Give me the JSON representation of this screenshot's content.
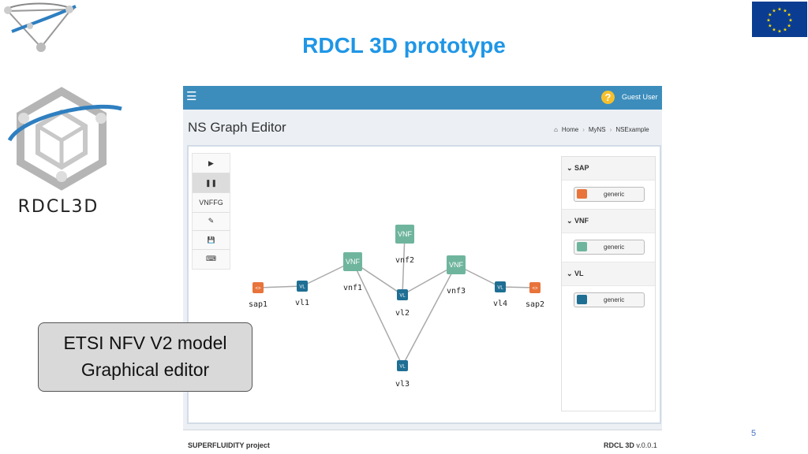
{
  "slide": {
    "title": "RDCL 3D prototype",
    "logo_text": "RDCL3D",
    "page_number": "5",
    "callout_line1": "ETSI NFV V2 model",
    "callout_line2": "Graphical editor"
  },
  "app": {
    "menu_icon": "hamburger-icon",
    "help_icon": "?",
    "user_label": "Guest User",
    "header_title": "NS Graph Editor",
    "breadcrumb": [
      "Home",
      "MyNS",
      "NSExample"
    ],
    "toolbar": {
      "play_icon": "▶",
      "pause_icon": "❚❚",
      "vnffg_label": "VNFFG",
      "edit_icon": "✎",
      "save_icon": "💾",
      "keyboard_icon": "⌨"
    },
    "palette": [
      {
        "section": "SAP",
        "item": "generic",
        "color": "#e8743b"
      },
      {
        "section": "VNF",
        "item": "generic",
        "color": "#6fb59e"
      },
      {
        "section": "VL",
        "item": "generic",
        "color": "#1f6f94"
      }
    ],
    "graph": {
      "nodes": [
        {
          "id": "sap1",
          "type": "sap",
          "label": "sap1",
          "icon_text": "<>"
        },
        {
          "id": "vl1",
          "type": "vl",
          "label": "vl1",
          "icon_text": "VL"
        },
        {
          "id": "vnf1",
          "type": "vnf",
          "label": "vnf1",
          "icon_text": "VNF"
        },
        {
          "id": "vnf2",
          "type": "vnf",
          "label": "vnf2",
          "icon_text": "VNF"
        },
        {
          "id": "vl2",
          "type": "vl",
          "label": "vl2",
          "icon_text": "VL"
        },
        {
          "id": "vnf3",
          "type": "vnf",
          "label": "vnf3",
          "icon_text": "VNF"
        },
        {
          "id": "vl3",
          "type": "vl",
          "label": "vl3",
          "icon_text": "VL"
        },
        {
          "id": "vl4",
          "type": "vl",
          "label": "vl4",
          "icon_text": "VL"
        },
        {
          "id": "sap2",
          "type": "sap",
          "label": "sap2",
          "icon_text": "<>"
        }
      ],
      "edges": [
        [
          "sap1",
          "vl1"
        ],
        [
          "vl1",
          "vnf1"
        ],
        [
          "vnf1",
          "vl2"
        ],
        [
          "vnf1",
          "vl3"
        ],
        [
          "vnf2",
          "vl2"
        ],
        [
          "vl2",
          "vnf3"
        ],
        [
          "vl3",
          "vnf3"
        ],
        [
          "vnf3",
          "vl4"
        ],
        [
          "vl4",
          "sap2"
        ]
      ]
    },
    "footer_left": "SUPERFLUIDITY project",
    "footer_brand": "RDCL 3D",
    "footer_version": "v.0.0.1"
  },
  "colors": {
    "title": "#1f96e6",
    "topbar": "#3c8dbc",
    "sap": "#e8743b",
    "vnf": "#6fb59e",
    "vl": "#1f6f94",
    "eu_blue": "#0a3d91",
    "eu_star": "#ffdd00"
  }
}
